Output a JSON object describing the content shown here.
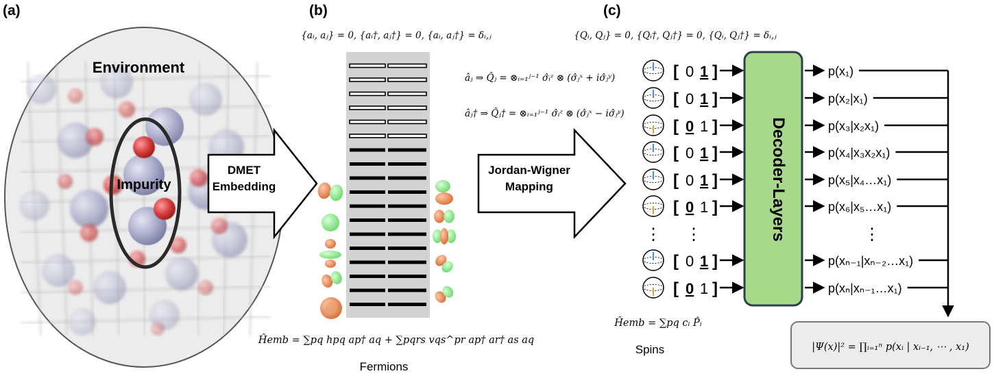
{
  "panels": {
    "a": {
      "label": "(a)",
      "environment": "Environment",
      "impurity": "Impurity"
    },
    "b": {
      "label": "(b)",
      "anticommutation": "{aᵢ, aⱼ} = 0, {aᵢ†, aⱼ†} = 0, {aᵢ, aⱼ†} = δᵢ,ⱼ",
      "arrow_line1": "DMET",
      "arrow_line2": "Embedding",
      "hamiltonian": "Ĥemb = ∑pq hpq ap† aq + ∑pqrs vqs^pr ap† ar† as aq",
      "caption": "Fermions"
    },
    "jw": {
      "arrow_line1": "Jordan-Wigner",
      "arrow_line2": "Mapping",
      "eq1": "âⱼ ⇒ Q̂ⱼ = ⊗ᵢ₌₁ʲ⁻¹ σ̂ᵢᶻ ⊗ (σ̂ⱼˣ + iσ̂ⱼʸ)",
      "eq2": "âⱼ† ⇒ Q̂ⱼ† = ⊗ᵢ₌₁ʲ⁻¹ σ̂ᵢᶻ ⊗ (σ̂ⱼˣ − iσ̂ⱼʸ)"
    },
    "c": {
      "label": "(c)",
      "anticommutation": "{Qᵢ, Qⱼ} = 0, {Qᵢ†, Qⱼ†} = 0, {Qᵢ, Qⱼ†} = δᵢ,ⱼ",
      "decoder": "Decoder-Layers",
      "hamiltonian": "Ĥemb = ∑pq cᵢ P̂ᵢ",
      "caption": "Spins",
      "wavefunction": "|Ψ(x)|² = ∏ᵢ₌₁ⁿ p(xᵢ | xᵢ₋₁, ⋯ , x₁)",
      "ellipsis_vertical": "⋮",
      "rows": [
        {
          "zero": "0",
          "one": "1",
          "bold": "one",
          "prob": "p(x₁)"
        },
        {
          "zero": "0",
          "one": "1",
          "bold": "one",
          "prob": "p(x₂|x₁)"
        },
        {
          "zero": "0",
          "one": "1",
          "bold": "zero",
          "prob": "p(x₃|x₂x₁)"
        },
        {
          "zero": "0",
          "one": "1",
          "bold": "one",
          "prob": "p(x₄|x₃x₂x₁)"
        },
        {
          "zero": "0",
          "one": "1",
          "bold": "one",
          "prob": "p(x₅|x₄…x₁)"
        },
        {
          "zero": "0",
          "one": "1",
          "bold": "zero",
          "prob": "p(x₆|x₅…x₁)"
        },
        {
          "zero": "0",
          "one": "1",
          "bold": "one",
          "prob": "p(xₙ₋₁|xₙ₋₂…x₁)"
        },
        {
          "zero": "0",
          "one": "1",
          "bold": "zero",
          "prob": "p(xₙ|xₙ₋₁…x₁)"
        }
      ]
    }
  },
  "colors": {
    "atom_gray": "#a7a8c8",
    "atom_red": "#d23a3a",
    "orbital_green": "#8ee88e",
    "orbital_orange": "#e08a55",
    "decoder_fill": "#a8d88a",
    "decoder_stroke": "#2c3e50",
    "bit_blue": "#4a8ad8",
    "bit_orange": "#e0a23a"
  }
}
